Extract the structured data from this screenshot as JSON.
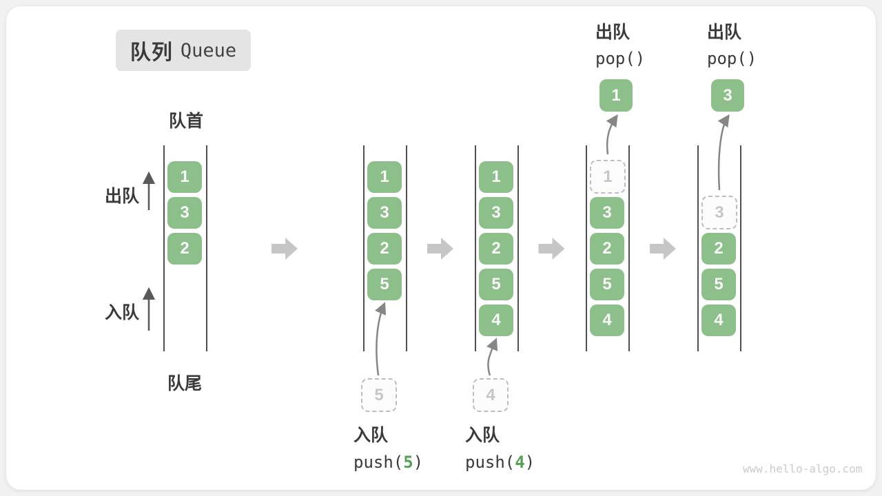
{
  "title": {
    "zh": "队列",
    "en": "Queue"
  },
  "labels": {
    "front": "队首",
    "rear": "队尾",
    "dequeue": "出队",
    "enqueue": "入队"
  },
  "watermark": "www.hello-algo.com",
  "colors": {
    "block_green": "#8cbf8a",
    "code_green": "#55a055",
    "block_arrow_gray": "#c6c6c6",
    "curve_arrow_gray": "#868686",
    "container_line": "#4f4f4f",
    "dashed_border": "#bdbdbd",
    "label_dark": "#3a3a3a"
  },
  "stages": [
    {
      "name": "state-initial",
      "start_slot": 0,
      "blocks": [
        {
          "value": "1"
        },
        {
          "value": "3"
        },
        {
          "value": "2"
        }
      ]
    },
    {
      "name": "state-push-5",
      "start_slot": 0,
      "blocks": [
        {
          "value": "1"
        },
        {
          "value": "3"
        },
        {
          "value": "2"
        },
        {
          "value": "5"
        }
      ],
      "enqueue": {
        "value": "5",
        "label_zh": "入队",
        "code_before": "push(",
        "code_value": "5",
        "code_after": ")"
      }
    },
    {
      "name": "state-push-4",
      "start_slot": 0,
      "blocks": [
        {
          "value": "1"
        },
        {
          "value": "3"
        },
        {
          "value": "2"
        },
        {
          "value": "5"
        },
        {
          "value": "4"
        }
      ],
      "enqueue": {
        "value": "4",
        "label_zh": "入队",
        "code_before": "push(",
        "code_value": "4",
        "code_after": ")"
      }
    },
    {
      "name": "state-pop-1",
      "start_slot": 0,
      "blocks": [
        {
          "value": "1",
          "dashed": true
        },
        {
          "value": "3"
        },
        {
          "value": "2"
        },
        {
          "value": "5"
        },
        {
          "value": "4"
        }
      ],
      "dequeue": {
        "popped_value": "1",
        "label_zh": "出队",
        "code": "pop()"
      }
    },
    {
      "name": "state-pop-3",
      "start_slot": 1,
      "blocks": [
        {
          "value": "3",
          "dashed": true
        },
        {
          "value": "2"
        },
        {
          "value": "5"
        },
        {
          "value": "4"
        }
      ],
      "dequeue": {
        "popped_value": "3",
        "label_zh": "出队",
        "code": "pop()"
      }
    }
  ]
}
